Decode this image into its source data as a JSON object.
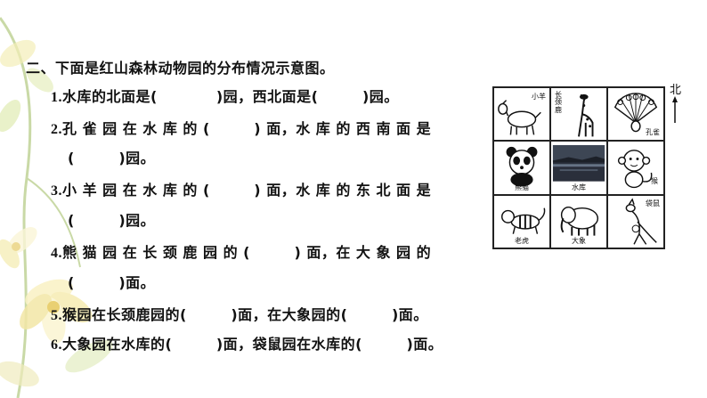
{
  "section": {
    "title": "二、下面是红山森林动物园的分布情况示意图。"
  },
  "questions": [
    {
      "num": "1.",
      "text": "水库的北面是(　　　　)园，西北面是(　　　)园。"
    },
    {
      "num": "2.",
      "text": "孔 雀 园 在 水 库 的 (　　　) 面，水 库 的 西 南 面 是"
    },
    {
      "num": "",
      "text": "(　　　)园。"
    },
    {
      "num": "3.",
      "text": "小 羊 园 在 水 库 的 (　　　) 面，水 库 的 东 北 面 是"
    },
    {
      "num": "",
      "text": "(　　　)园。"
    },
    {
      "num": "4.",
      "text": "熊 猫 园 在 长 颈 鹿 园 的 (　　　) 面，在 大 象 园 的"
    },
    {
      "num": "",
      "text": "(　　　)面。"
    },
    {
      "num": "5.",
      "text": "猴园在长颈鹿园的(　　　)面，在大象园的(　　　)面。"
    },
    {
      "num": "6.",
      "text": "大象园在水库的(　　　)面，袋鼠园在水库的(　　　)面。"
    }
  ],
  "map": {
    "north_label": "北",
    "cells": [
      {
        "label": "小羊"
      },
      {
        "label": "长颈鹿"
      },
      {
        "label": "孔雀"
      },
      {
        "label": "熊猫"
      },
      {
        "label": "水库"
      },
      {
        "label": "猴"
      },
      {
        "label": "老虎"
      },
      {
        "label": "大象"
      },
      {
        "label": "袋鼠"
      }
    ]
  }
}
